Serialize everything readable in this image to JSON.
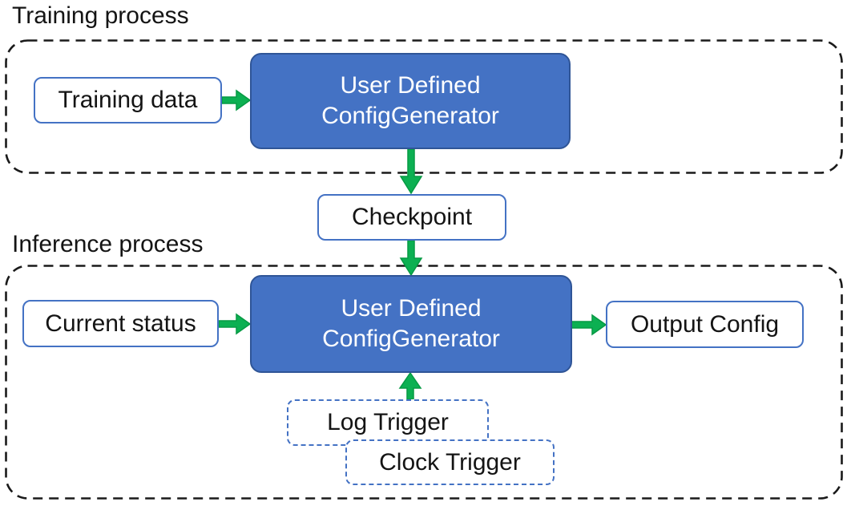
{
  "colors": {
    "blue_fill": "#4472C4",
    "blue_fill_border": "#2F5597",
    "blue_outline": "#4472C4",
    "green_arrow": "#0CB052",
    "green_arrow_border": "#079A44",
    "container_dash": "#1A1A1A",
    "text_dark": "#141414",
    "text_light": "#FFFFFF"
  },
  "training_section": {
    "label": "Training process",
    "input_box": "Training data",
    "generator_box": {
      "line1": "User Defined",
      "line2": "ConfigGenerator"
    }
  },
  "checkpoint_box": "Checkpoint",
  "inference_section": {
    "label": "Inference process",
    "input_box": "Current status",
    "generator_box": {
      "line1": "User Defined",
      "line2": "ConfigGenerator"
    },
    "output_box": "Output Config",
    "triggers": {
      "log": "Log Trigger",
      "clock": "Clock Trigger"
    }
  }
}
